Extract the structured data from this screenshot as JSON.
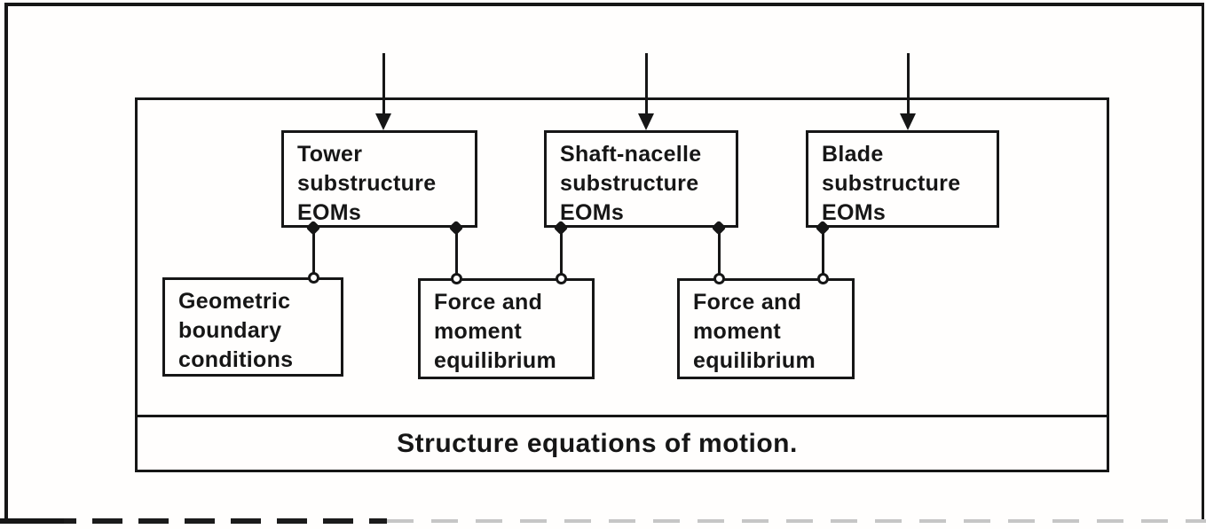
{
  "diagram": {
    "title": "Structure equations of motion block diagram",
    "colors": {
      "ink": "#161616",
      "paper": "#fffefd"
    },
    "top_boxes": [
      {
        "id": "tower",
        "label": "Tower\nsubstructure\nEOMs"
      },
      {
        "id": "shaft-nacelle",
        "label": "Shaft-nacelle\nsubstructure\nEOMs"
      },
      {
        "id": "blade",
        "label": "Blade\nsubstructure\nEOMs"
      }
    ],
    "bottom_boxes": [
      {
        "id": "geometric",
        "label": "Geometric\nboundary\nconditions"
      },
      {
        "id": "force-moment-1",
        "label": "Force and\nmoment\nequilibrium"
      },
      {
        "id": "force-moment-2",
        "label": "Force and\nmoment\nequilibrium"
      }
    ],
    "footer_label": "Structure equations of motion.",
    "connections": [
      {
        "from": "tower",
        "to": "geometric"
      },
      {
        "from": "tower",
        "to": "force-moment-1"
      },
      {
        "from": "shaft-nacelle",
        "to": "force-moment-1"
      },
      {
        "from": "shaft-nacelle",
        "to": "force-moment-2"
      },
      {
        "from": "blade",
        "to": "force-moment-2"
      }
    ],
    "input_arrows": 3
  }
}
